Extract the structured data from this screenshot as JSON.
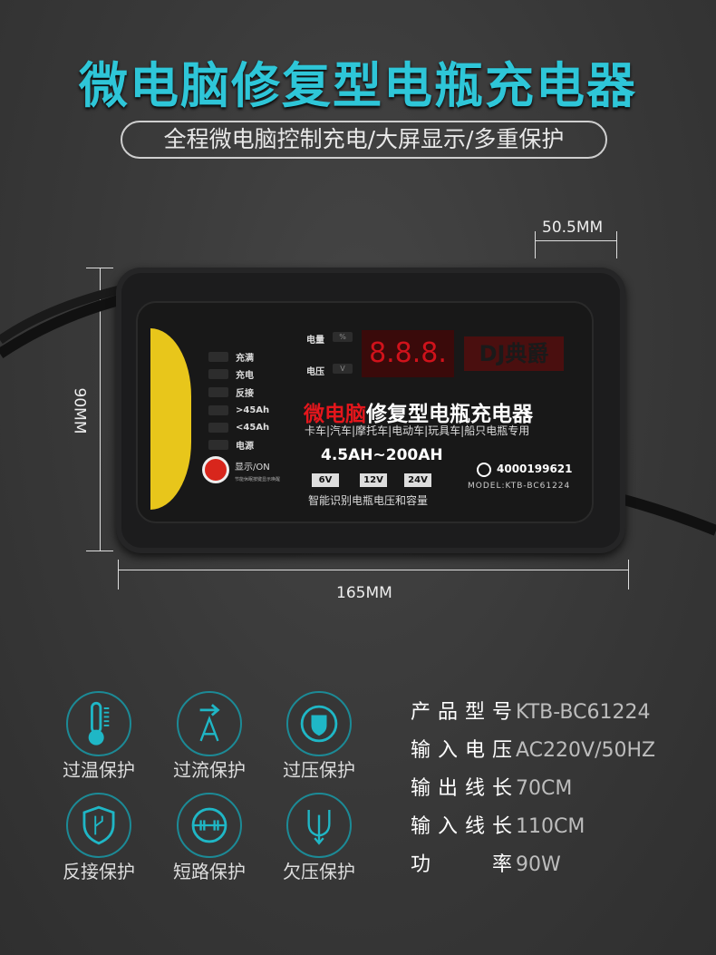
{
  "title": "微电脑修复型电瓶充电器",
  "subtitle": "全程微电脑控制充电/大屏显示/多重保护",
  "dimensions": {
    "depth": "50.5MM",
    "height": "90MM",
    "width": "165MM"
  },
  "panel": {
    "indicators": [
      "充满",
      "充电",
      "反接",
      ">45Ah",
      "<45Ah",
      "电源"
    ],
    "meter_labels": {
      "charge": "电量",
      "voltage": "电压",
      "charge_unit": "%",
      "voltage_unit": "V"
    },
    "display": "8.8.8.",
    "brand": "DJ典爵",
    "title_red": "微电脑",
    "title_white": "修复型电瓶充电器",
    "usage": "卡车|汽车|摩托车|电动车|玩具车|船只电瓶专用",
    "range": "4.5AH~200AH",
    "voltages": [
      "6V",
      "12V",
      "24V"
    ],
    "smart_text": "智能识别电瓶电压和容量",
    "phone": "4000199621",
    "model": "MODEL:KTB-BC61224",
    "button_label": "显示/ON",
    "button_note": "节能休眠按键显示唤醒"
  },
  "accent_color": "#2ec6d8",
  "protections": [
    {
      "label": "过温保护",
      "icon": "thermometer-icon"
    },
    {
      "label": "过流保护",
      "icon": "current-arrow-icon"
    },
    {
      "label": "过压保护",
      "icon": "shield-badge-icon"
    },
    {
      "label": "反接保护",
      "icon": "shield-branch-icon"
    },
    {
      "label": "短路保护",
      "icon": "short-circuit-icon"
    },
    {
      "label": "欠压保护",
      "icon": "undervoltage-arrow-icon"
    }
  ],
  "specs": [
    {
      "key": "产品型号",
      "value": "KTB-BC61224"
    },
    {
      "key": "输入电压",
      "value": "AC220V/50HZ"
    },
    {
      "key": "输出线长",
      "value": "70CM"
    },
    {
      "key": "输入线长",
      "value": "110CM"
    },
    {
      "key": "功率",
      "value": "90W"
    }
  ]
}
